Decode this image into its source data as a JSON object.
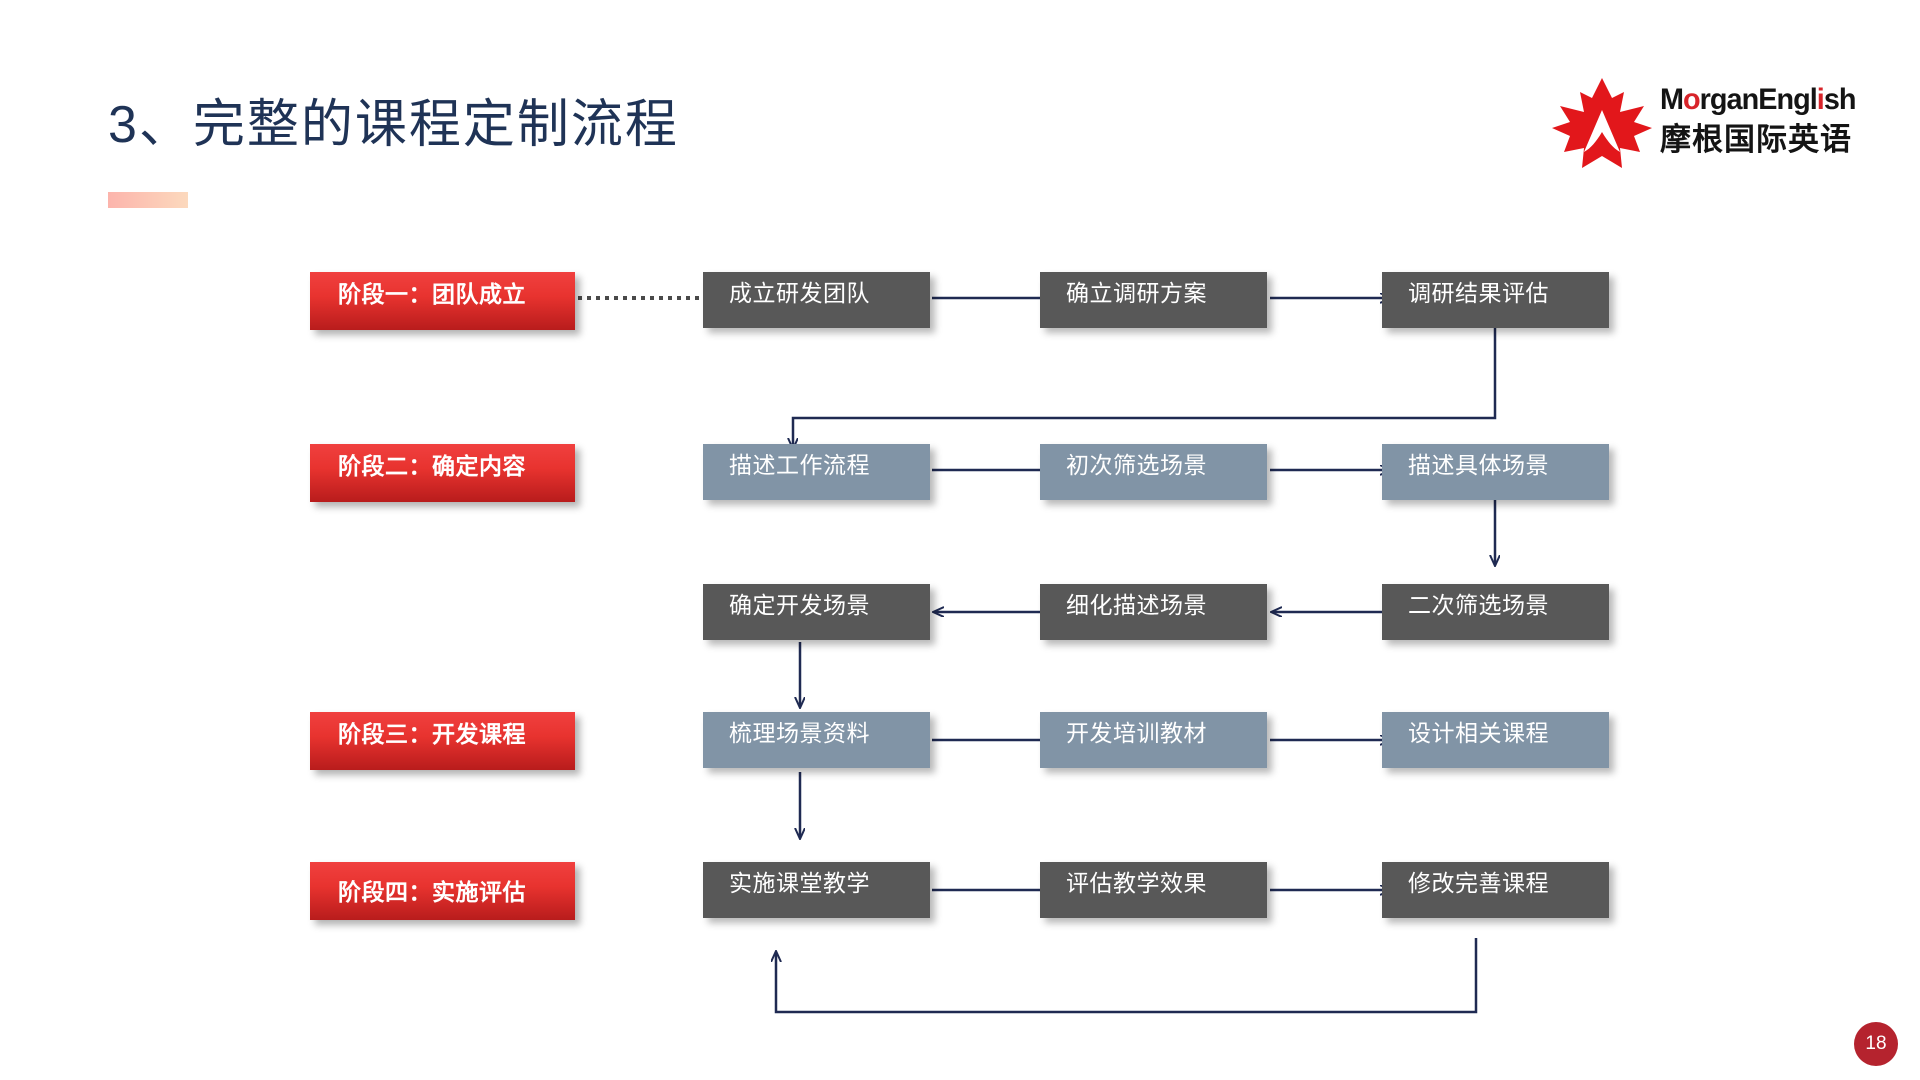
{
  "slide": {
    "title": "3、完整的课程定制流程",
    "page_number": "18",
    "title_color": "#1f3356",
    "accent_bar_color": "#fcb4ac",
    "page_number_color": "#b5232e"
  },
  "logo": {
    "english": "MorganEnglish",
    "chinese": "摩根国际英语",
    "leaf_color": "#e2171b",
    "icon": "maple-leaf-icon"
  },
  "diagram": {
    "type": "flowchart",
    "stage_label_color": "#e8332f",
    "dark_box_color": "#585858",
    "blue_box_color": "#8194a6",
    "connector_color": "#1f2a52",
    "stages": [
      {
        "label": "阶段一：团队成立"
      },
      {
        "label": "阶段二：确定内容"
      },
      {
        "label": "阶段三：开发课程"
      },
      {
        "label": "阶段四：实施评估"
      }
    ],
    "rows": [
      {
        "style": "dark",
        "stage": "阶段一：团队成立",
        "direction": "right",
        "boxes": [
          "成立研发团队",
          "确立调研方案",
          "调研结果评估"
        ]
      },
      {
        "style": "blue",
        "stage": "阶段二：确定内容",
        "direction": "right",
        "boxes": [
          "描述工作流程",
          "初次筛选场景",
          "描述具体场景"
        ]
      },
      {
        "style": "dark",
        "stage": "",
        "direction": "left",
        "boxes": [
          "确定开发场景",
          "细化描述场景",
          "二次筛选场景"
        ]
      },
      {
        "style": "blue",
        "stage": "阶段三：开发课程",
        "direction": "right",
        "boxes": [
          "梳理场景资料",
          "开发培训教材",
          "设计相关课程"
        ]
      },
      {
        "style": "dark",
        "stage": "阶段四：实施评估",
        "direction": "right",
        "boxes": [
          "实施课堂教学",
          "评估教学效果",
          "修改完善课程"
        ]
      }
    ],
    "connectors": [
      {
        "name": "stage1-dotted-link",
        "style": "dotted",
        "from": "阶段一：团队成立",
        "to": "成立研发团队"
      },
      {
        "name": "row1-to-row2",
        "style": "solid",
        "from": "调研结果评估",
        "to": "描述工作流程"
      },
      {
        "name": "row2-to-row3",
        "style": "solid",
        "from": "描述具体场景",
        "to": "二次筛选场景"
      },
      {
        "name": "row3-to-row4",
        "style": "solid",
        "from": "确定开发场景",
        "to": "梳理场景资料"
      },
      {
        "name": "row4-to-row5",
        "style": "solid",
        "from": "梳理场景资料",
        "to": "实施课堂教学"
      },
      {
        "name": "feedback-loop",
        "style": "solid",
        "from": "修改完善课程",
        "to": "实施课堂教学"
      }
    ]
  }
}
